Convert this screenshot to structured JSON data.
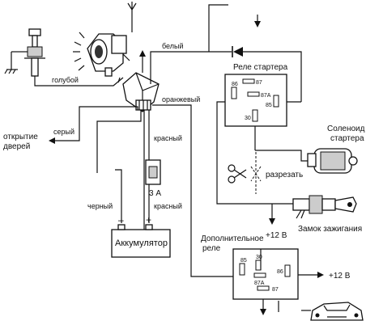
{
  "labels": {
    "wire_blue": "голубой",
    "wire_white": "белый",
    "wire_orange": "оранжевый",
    "wire_gray": "серый",
    "door_opening_line1": "открытие",
    "door_opening_line2": "дверей",
    "wire_red_top": "красный",
    "wire_red_bottom": "красный",
    "wire_black": "черный",
    "fuse_rating": "3 А",
    "battery": "Аккумулятор",
    "battery_minus": "–",
    "battery_plus": "+",
    "starter_relay": "Реле стартера",
    "solenoid_line1": "Соленоид",
    "solenoid_line2": "стартера",
    "cut": "разрезать",
    "plus12_ignition": "+12 В",
    "ignition_lock": "Замок зажигания",
    "aux_relay_line1": "Дополнительное",
    "aux_relay_line2": "реле",
    "plus12_aux": "+12 В"
  },
  "starter_relay_pins": [
    "86",
    "87",
    "87A",
    "85",
    "30"
  ],
  "aux_relay_pins": [
    "85",
    "30",
    "87A",
    "86",
    "87"
  ]
}
